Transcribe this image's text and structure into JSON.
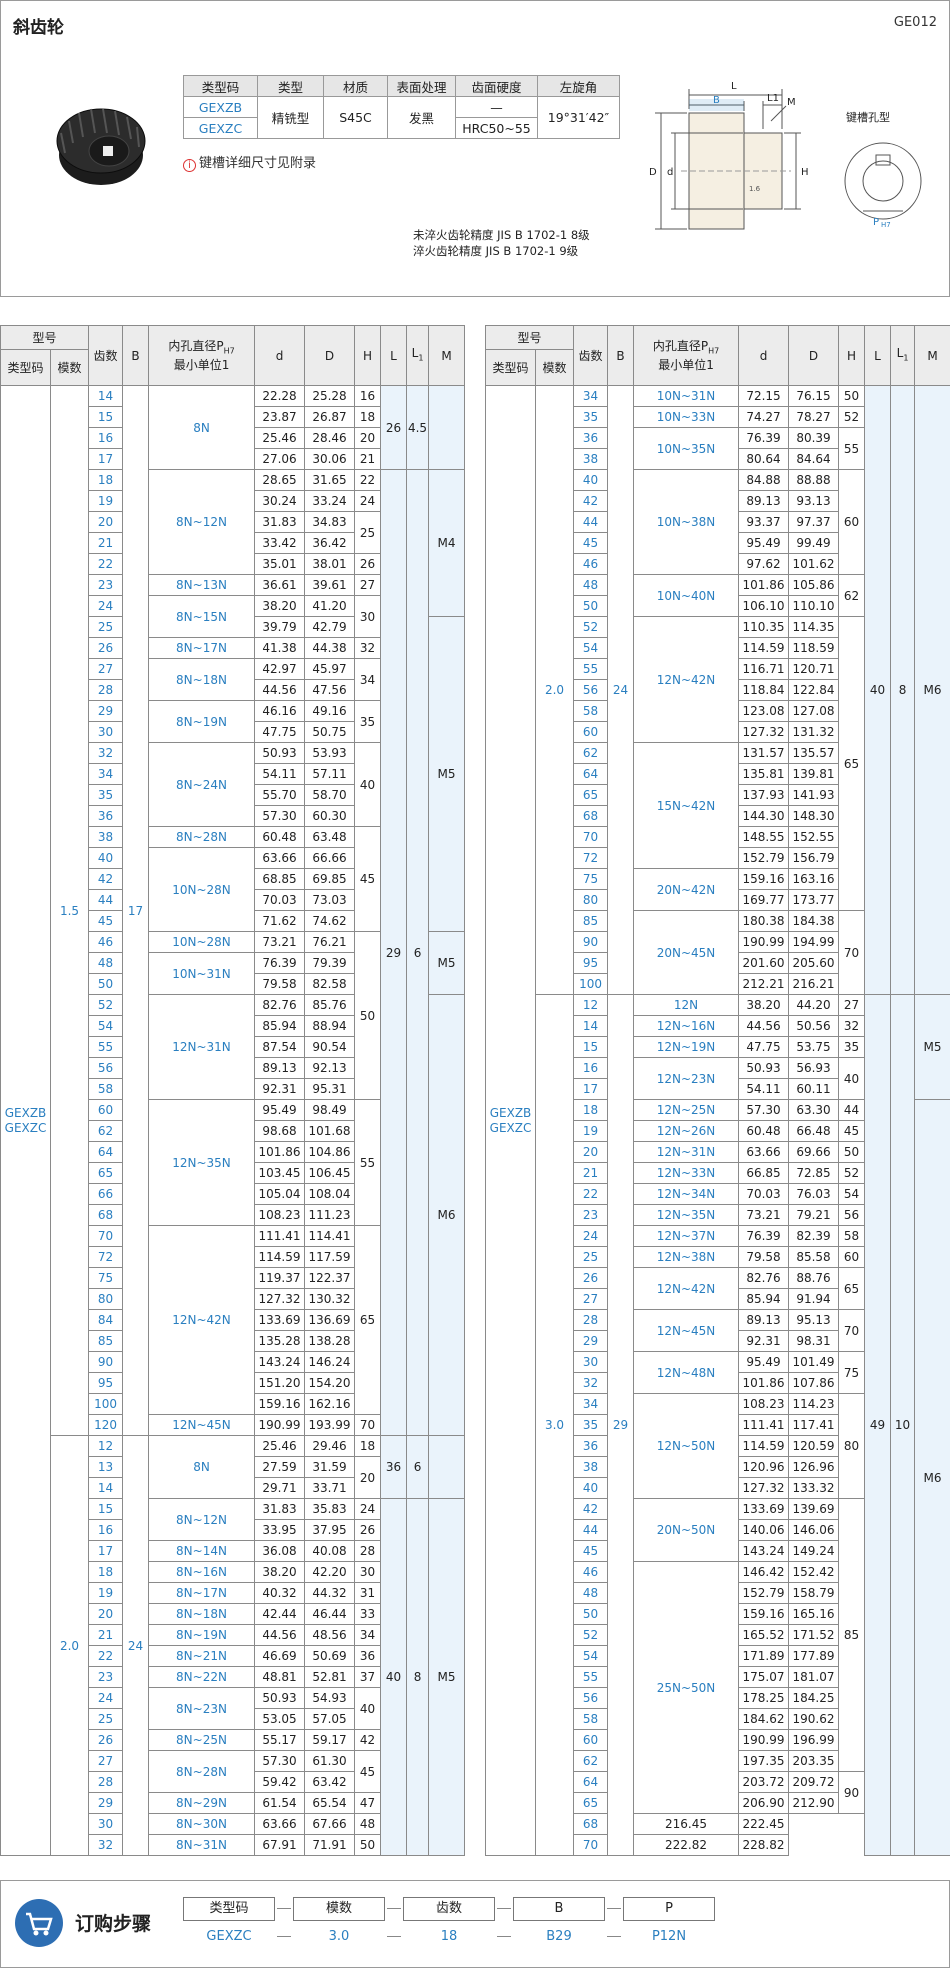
{
  "header": {
    "title": "斜齿轮",
    "code": "GE012"
  },
  "spec": {
    "headers": [
      "类型码",
      "类型",
      "材质",
      "表面处理",
      "齿面硬度",
      "左旋角"
    ],
    "codes": [
      "GEXZB",
      "GEXZC"
    ],
    "type": "精铣型",
    "material": "S45C",
    "surface": "发黑",
    "hardness": [
      "—",
      "HRC50~55"
    ],
    "angle": "19°31′42″"
  },
  "note": "键槽详细尺寸见附录",
  "drawing": {
    "L": "L",
    "B": "B",
    "L1": "L1",
    "M": "M",
    "D": "D",
    "d": "d",
    "H": "H",
    "chamfer": "1.6",
    "keyway_title": "键槽孔型",
    "P": "P",
    "H7": "H7"
  },
  "precision": [
    "未淬火齿轮精度 JIS B 1702-1 8级",
    "淬火齿轮精度 JIS B 1702-1 9级"
  ],
  "table_head": {
    "model": "型号",
    "type_code": "类型码",
    "module": "模数",
    "teeth": "齿数",
    "B": "B",
    "bore": "内孔直径P",
    "bore_sub": "H7",
    "bore_unit": "最小单位1",
    "d": "d",
    "D": "D",
    "H": "H",
    "L": "L",
    "L1": "L",
    "L1_sub": "1",
    "M": "M"
  },
  "type_codes": [
    "GEXZB",
    "GEXZC"
  ],
  "left": {
    "rows": [
      [
        "14",
        "22.28",
        "25.28"
      ],
      [
        "15",
        "23.87",
        "26.87"
      ],
      [
        "16",
        "25.46",
        "28.46"
      ],
      [
        "17",
        "27.06",
        "30.06"
      ],
      [
        "18",
        "28.65",
        "31.65"
      ],
      [
        "19",
        "30.24",
        "33.24"
      ],
      [
        "20",
        "31.83",
        "34.83"
      ],
      [
        "21",
        "33.42",
        "36.42"
      ],
      [
        "22",
        "35.01",
        "38.01"
      ],
      [
        "23",
        "36.61",
        "39.61"
      ],
      [
        "24",
        "38.20",
        "41.20"
      ],
      [
        "25",
        "39.79",
        "42.79"
      ],
      [
        "26",
        "41.38",
        "44.38"
      ],
      [
        "27",
        "42.97",
        "45.97"
      ],
      [
        "28",
        "44.56",
        "47.56"
      ],
      [
        "29",
        "46.16",
        "49.16"
      ],
      [
        "30",
        "47.75",
        "50.75"
      ],
      [
        "32",
        "50.93",
        "53.93"
      ],
      [
        "34",
        "54.11",
        "57.11"
      ],
      [
        "35",
        "55.70",
        "58.70"
      ],
      [
        "36",
        "57.30",
        "60.30"
      ],
      [
        "38",
        "60.48",
        "63.48"
      ],
      [
        "40",
        "63.66",
        "66.66"
      ],
      [
        "42",
        "68.85",
        "69.85"
      ],
      [
        "44",
        "70.03",
        "73.03"
      ],
      [
        "45",
        "71.62",
        "74.62"
      ],
      [
        "46",
        "73.21",
        "76.21"
      ],
      [
        "48",
        "76.39",
        "79.39"
      ],
      [
        "50",
        "79.58",
        "82.58"
      ],
      [
        "52",
        "82.76",
        "85.76"
      ],
      [
        "54",
        "85.94",
        "88.94"
      ],
      [
        "55",
        "87.54",
        "90.54"
      ],
      [
        "56",
        "89.13",
        "92.13"
      ],
      [
        "58",
        "92.31",
        "95.31"
      ],
      [
        "60",
        "95.49",
        "98.49"
      ],
      [
        "62",
        "98.68",
        "101.68"
      ],
      [
        "64",
        "101.86",
        "104.86"
      ],
      [
        "65",
        "103.45",
        "106.45"
      ],
      [
        "66",
        "105.04",
        "108.04"
      ],
      [
        "68",
        "108.23",
        "111.23"
      ],
      [
        "70",
        "111.41",
        "114.41"
      ],
      [
        "72",
        "114.59",
        "117.59"
      ],
      [
        "75",
        "119.37",
        "122.37"
      ],
      [
        "80",
        "127.32",
        "130.32"
      ],
      [
        "84",
        "133.69",
        "136.69"
      ],
      [
        "85",
        "135.28",
        "138.28"
      ],
      [
        "90",
        "143.24",
        "146.24"
      ],
      [
        "95",
        "151.20",
        "154.20"
      ],
      [
        "100",
        "159.16",
        "162.16"
      ],
      [
        "120",
        "190.99",
        "193.99"
      ],
      [
        "12",
        "25.46",
        "29.46"
      ],
      [
        "13",
        "27.59",
        "31.59"
      ],
      [
        "14",
        "29.71",
        "33.71"
      ],
      [
        "15",
        "31.83",
        "35.83"
      ],
      [
        "16",
        "33.95",
        "37.95"
      ],
      [
        "17",
        "36.08",
        "40.08"
      ],
      [
        "18",
        "38.20",
        "42.20"
      ],
      [
        "19",
        "40.32",
        "44.32"
      ],
      [
        "20",
        "42.44",
        "46.44"
      ],
      [
        "21",
        "44.56",
        "48.56"
      ],
      [
        "22",
        "46.69",
        "50.69"
      ],
      [
        "23",
        "48.81",
        "52.81"
      ],
      [
        "24",
        "50.93",
        "54.93"
      ],
      [
        "25",
        "53.05",
        "57.05"
      ],
      [
        "26",
        "55.17",
        "59.17"
      ],
      [
        "27",
        "57.30",
        "61.30"
      ],
      [
        "28",
        "59.42",
        "63.42"
      ],
      [
        "29",
        "61.54",
        "65.54"
      ],
      [
        "30",
        "63.66",
        "67.66"
      ],
      [
        "32",
        "67.91",
        "71.91"
      ]
    ],
    "module": [
      {
        "v": "1.5",
        "n": 50
      },
      {
        "v": "2.0",
        "n": 20
      }
    ],
    "B": [
      {
        "v": "17",
        "n": 50
      },
      {
        "v": "24",
        "n": 20
      }
    ],
    "bore": [
      {
        "v": "8N",
        "n": 4
      },
      {
        "v": "8N~12N",
        "n": 5
      },
      {
        "v": "8N~13N",
        "n": 1
      },
      {
        "v": "8N~15N",
        "n": 2
      },
      {
        "v": "8N~17N",
        "n": 1
      },
      {
        "v": "8N~18N",
        "n": 2
      },
      {
        "v": "8N~19N",
        "n": 2
      },
      {
        "v": "8N~24N",
        "n": 4
      },
      {
        "v": "8N~28N",
        "n": 1
      },
      {
        "v": "10N~28N",
        "n": 4
      },
      {
        "v": "10N~28N",
        "n": 1
      },
      {
        "v": "10N~31N",
        "n": 2
      },
      {
        "v": "12N~31N",
        "n": 5
      },
      {
        "v": "12N~35N",
        "n": 6
      },
      {
        "v": "12N~42N",
        "n": 9
      },
      {
        "v": "12N~45N",
        "n": 1
      },
      {
        "v": "8N",
        "n": 3
      },
      {
        "v": "8N~12N",
        "n": 2
      },
      {
        "v": "8N~14N",
        "n": 1
      },
      {
        "v": "8N~16N",
        "n": 1
      },
      {
        "v": "8N~17N",
        "n": 1
      },
      {
        "v": "8N~18N",
        "n": 1
      },
      {
        "v": "8N~19N",
        "n": 1
      },
      {
        "v": "8N~21N",
        "n": 1
      },
      {
        "v": "8N~22N",
        "n": 1
      },
      {
        "v": "8N~23N",
        "n": 2
      },
      {
        "v": "8N~25N",
        "n": 1
      },
      {
        "v": "8N~28N",
        "n": 2
      },
      {
        "v": "8N~29N",
        "n": 1
      },
      {
        "v": "8N~30N",
        "n": 1
      },
      {
        "v": "8N~31N",
        "n": 1
      }
    ],
    "H": [
      {
        "v": "16",
        "n": 1
      },
      {
        "v": "18",
        "n": 1
      },
      {
        "v": "20",
        "n": 1
      },
      {
        "v": "21",
        "n": 1
      },
      {
        "v": "22",
        "n": 1
      },
      {
        "v": "24",
        "n": 1
      },
      {
        "v": "25",
        "n": 2
      },
      {
        "v": "26",
        "n": 1
      },
      {
        "v": "27",
        "n": 1
      },
      {
        "v": "30",
        "n": 2
      },
      {
        "v": "32",
        "n": 1
      },
      {
        "v": "34",
        "n": 2
      },
      {
        "v": "35",
        "n": 2
      },
      {
        "v": "40",
        "n": 4
      },
      {
        "v": "45",
        "n": 5
      },
      {
        "v": "50",
        "n": 8
      },
      {
        "v": "55",
        "n": 6
      },
      {
        "v": "65",
        "n": 9
      },
      {
        "v": "70",
        "n": 1
      },
      {
        "v": "18",
        "n": 1
      },
      {
        "v": "20",
        "n": 2
      },
      {
        "v": "24",
        "n": 1
      },
      {
        "v": "26",
        "n": 1
      },
      {
        "v": "28",
        "n": 1
      },
      {
        "v": "30",
        "n": 1
      },
      {
        "v": "31",
        "n": 1
      },
      {
        "v": "33",
        "n": 1
      },
      {
        "v": "34",
        "n": 1
      },
      {
        "v": "36",
        "n": 1
      },
      {
        "v": "37",
        "n": 1
      },
      {
        "v": "40",
        "n": 2
      },
      {
        "v": "42",
        "n": 1
      },
      {
        "v": "45",
        "n": 2
      },
      {
        "v": "47",
        "n": 1
      },
      {
        "v": "48",
        "n": 1
      },
      {
        "v": "50",
        "n": 1
      }
    ],
    "L": [
      {
        "v": "26",
        "n": 4
      },
      {
        "v": "29",
        "n": 46
      },
      {
        "v": "36",
        "n": 3
      },
      {
        "v": "40",
        "n": 17
      }
    ],
    "L1": [
      {
        "v": "4.5",
        "n": 4
      },
      {
        "v": "6",
        "n": 46
      },
      {
        "v": "6",
        "n": 3
      },
      {
        "v": "8",
        "n": 17
      }
    ],
    "M": [
      {
        "v": "",
        "n": 4
      },
      {
        "v": "M4",
        "n": 7
      },
      {
        "v": "M5",
        "n": 15
      },
      {
        "v": "M5",
        "n": 3
      },
      {
        "v": "M6",
        "n": 21
      },
      {
        "v": "",
        "n": 3
      },
      {
        "v": "M5",
        "n": 17
      }
    ]
  },
  "right": {
    "rows": [
      [
        "34",
        "72.15",
        "76.15"
      ],
      [
        "35",
        "74.27",
        "78.27"
      ],
      [
        "36",
        "76.39",
        "80.39"
      ],
      [
        "38",
        "80.64",
        "84.64"
      ],
      [
        "40",
        "84.88",
        "88.88"
      ],
      [
        "42",
        "89.13",
        "93.13"
      ],
      [
        "44",
        "93.37",
        "97.37"
      ],
      [
        "45",
        "95.49",
        "99.49"
      ],
      [
        "46",
        "97.62",
        "101.62"
      ],
      [
        "48",
        "101.86",
        "105.86"
      ],
      [
        "50",
        "106.10",
        "110.10"
      ],
      [
        "52",
        "110.35",
        "114.35"
      ],
      [
        "54",
        "114.59",
        "118.59"
      ],
      [
        "55",
        "116.71",
        "120.71"
      ],
      [
        "56",
        "118.84",
        "122.84"
      ],
      [
        "58",
        "123.08",
        "127.08"
      ],
      [
        "60",
        "127.32",
        "131.32"
      ],
      [
        "62",
        "131.57",
        "135.57"
      ],
      [
        "64",
        "135.81",
        "139.81"
      ],
      [
        "65",
        "137.93",
        "141.93"
      ],
      [
        "68",
        "144.30",
        "148.30"
      ],
      [
        "70",
        "148.55",
        "152.55"
      ],
      [
        "72",
        "152.79",
        "156.79"
      ],
      [
        "75",
        "159.16",
        "163.16"
      ],
      [
        "80",
        "169.77",
        "173.77"
      ],
      [
        "85",
        "180.38",
        "184.38"
      ],
      [
        "90",
        "190.99",
        "194.99"
      ],
      [
        "95",
        "201.60",
        "205.60"
      ],
      [
        "100",
        "212.21",
        "216.21"
      ],
      [
        "12",
        "38.20",
        "44.20"
      ],
      [
        "14",
        "44.56",
        "50.56"
      ],
      [
        "15",
        "47.75",
        "53.75"
      ],
      [
        "16",
        "50.93",
        "56.93"
      ],
      [
        "17",
        "54.11",
        "60.11"
      ],
      [
        "18",
        "57.30",
        "63.30"
      ],
      [
        "19",
        "60.48",
        "66.48"
      ],
      [
        "20",
        "63.66",
        "69.66"
      ],
      [
        "21",
        "66.85",
        "72.85"
      ],
      [
        "22",
        "70.03",
        "76.03"
      ],
      [
        "23",
        "73.21",
        "79.21"
      ],
      [
        "24",
        "76.39",
        "82.39"
      ],
      [
        "25",
        "79.58",
        "85.58"
      ],
      [
        "26",
        "82.76",
        "88.76"
      ],
      [
        "27",
        "85.94",
        "91.94"
      ],
      [
        "28",
        "89.13",
        "95.13"
      ],
      [
        "29",
        "92.31",
        "98.31"
      ],
      [
        "30",
        "95.49",
        "101.49"
      ],
      [
        "32",
        "101.86",
        "107.86"
      ],
      [
        "34",
        "108.23",
        "114.23"
      ],
      [
        "35",
        "111.41",
        "117.41"
      ],
      [
        "36",
        "114.59",
        "120.59"
      ],
      [
        "38",
        "120.96",
        "126.96"
      ],
      [
        "40",
        "127.32",
        "133.32"
      ],
      [
        "42",
        "133.69",
        "139.69"
      ],
      [
        "44",
        "140.06",
        "146.06"
      ],
      [
        "45",
        "143.24",
        "149.24"
      ],
      [
        "46",
        "146.42",
        "152.42"
      ],
      [
        "48",
        "152.79",
        "158.79"
      ],
      [
        "50",
        "159.16",
        "165.16"
      ],
      [
        "52",
        "165.52",
        "171.52"
      ],
      [
        "54",
        "171.89",
        "177.89"
      ],
      [
        "55",
        "175.07",
        "181.07"
      ],
      [
        "56",
        "178.25",
        "184.25"
      ],
      [
        "58",
        "184.62",
        "190.62"
      ],
      [
        "60",
        "190.99",
        "196.99"
      ],
      [
        "62",
        "197.35",
        "203.35"
      ],
      [
        "64",
        "203.72",
        "209.72"
      ],
      [
        "65",
        "206.90",
        "212.90"
      ],
      [
        "68",
        "216.45",
        "222.45"
      ],
      [
        "70",
        "222.82",
        "228.82"
      ]
    ],
    "module": [
      {
        "v": "2.0",
        "n": 29
      },
      {
        "v": "3.0",
        "n": 42
      }
    ],
    "B": [
      {
        "v": "24",
        "n": 29
      },
      {
        "v": "29",
        "n": 42
      }
    ],
    "bore": [
      {
        "v": "10N~31N",
        "n": 1
      },
      {
        "v": "10N~33N",
        "n": 1
      },
      {
        "v": "10N~35N",
        "n": 2
      },
      {
        "v": "10N~38N",
        "n": 5
      },
      {
        "v": "10N~40N",
        "n": 2
      },
      {
        "v": "12N~42N",
        "n": 6
      },
      {
        "v": "15N~42N",
        "n": 6
      },
      {
        "v": "20N~42N",
        "n": 2
      },
      {
        "v": "20N~45N",
        "n": 4
      },
      {
        "v": "12N",
        "n": 1
      },
      {
        "v": "12N~16N",
        "n": 1
      },
      {
        "v": "12N~19N",
        "n": 1
      },
      {
        "v": "12N~23N",
        "n": 2
      },
      {
        "v": "12N~25N",
        "n": 1
      },
      {
        "v": "12N~26N",
        "n": 1
      },
      {
        "v": "12N~31N",
        "n": 1
      },
      {
        "v": "12N~33N",
        "n": 1
      },
      {
        "v": "12N~34N",
        "n": 1
      },
      {
        "v": "12N~35N",
        "n": 1
      },
      {
        "v": "12N~37N",
        "n": 1
      },
      {
        "v": "12N~38N",
        "n": 1
      },
      {
        "v": "12N~42N",
        "n": 2
      },
      {
        "v": "12N~45N",
        "n": 2
      },
      {
        "v": "12N~48N",
        "n": 2
      },
      {
        "v": "12N~50N",
        "n": 5
      },
      {
        "v": "20N~50N",
        "n": 3
      },
      {
        "v": "25N~50N",
        "n": 12
      }
    ],
    "H": [
      {
        "v": "50",
        "n": 1
      },
      {
        "v": "52",
        "n": 1
      },
      {
        "v": "55",
        "n": 2
      },
      {
        "v": "60",
        "n": 5
      },
      {
        "v": "62",
        "n": 2
      },
      {
        "v": "65",
        "n": 14
      },
      {
        "v": "70",
        "n": 4
      },
      {
        "v": "27",
        "n": 1
      },
      {
        "v": "32",
        "n": 1
      },
      {
        "v": "35",
        "n": 1
      },
      {
        "v": "40",
        "n": 2
      },
      {
        "v": "44",
        "n": 1
      },
      {
        "v": "45",
        "n": 1
      },
      {
        "v": "50",
        "n": 1
      },
      {
        "v": "52",
        "n": 1
      },
      {
        "v": "54",
        "n": 1
      },
      {
        "v": "56",
        "n": 1
      },
      {
        "v": "58",
        "n": 1
      },
      {
        "v": "60",
        "n": 1
      },
      {
        "v": "65",
        "n": 2
      },
      {
        "v": "70",
        "n": 2
      },
      {
        "v": "75",
        "n": 2
      },
      {
        "v": "80",
        "n": 5
      },
      {
        "v": "85",
        "n": 13
      },
      {
        "v": "90",
        "n": 2
      }
    ],
    "L": [
      {
        "v": "40",
        "n": 29
      },
      {
        "v": "49",
        "n": 42
      }
    ],
    "L1": [
      {
        "v": "8",
        "n": 29
      },
      {
        "v": "10",
        "n": 42
      }
    ],
    "M": [
      {
        "v": "M6",
        "n": 29
      },
      {
        "v": "M5",
        "n": 5
      },
      {
        "v": "M6",
        "n": 37
      }
    ]
  },
  "order": {
    "title": "订购步骤",
    "labels": [
      "类型码",
      "模数",
      "齿数",
      "B",
      "P"
    ],
    "values": [
      "GEXZC",
      "3.0",
      "18",
      "B29",
      "P12N"
    ]
  }
}
